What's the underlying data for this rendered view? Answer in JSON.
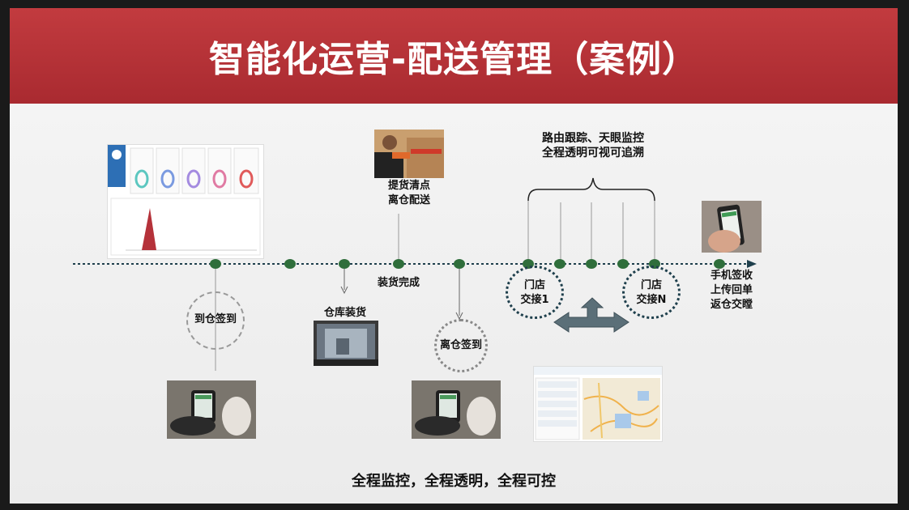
{
  "title": "智能化运营-配送管理（案例）",
  "bracket_label": [
    "路由跟踪、天眼监控",
    "全程透明可视可追溯"
  ],
  "steps": {
    "arrive": "到仓签到",
    "pickup": [
      "提货清点",
      "离仓配送"
    ],
    "loading": "仓库装货",
    "load_done": "装货完成",
    "depart": "离仓签到",
    "store1": [
      "门店",
      "交接1"
    ],
    "storeN": [
      "门店",
      "交接N"
    ],
    "signoff": [
      "手机签收",
      "上传回单",
      "返仓交瞠"
    ]
  },
  "footer": "全程监控，全程透明，全程可控",
  "colors": {
    "banner": "#b5323a",
    "node": "#2f6e3b",
    "timeline": "#1e3f4c",
    "arrow": "#5b6f78"
  },
  "icons": [
    "dashboard-thumbnail",
    "courier-photo",
    "warehouse-photo",
    "phone-scan-photo",
    "map-screenshot",
    "phone-photo"
  ]
}
